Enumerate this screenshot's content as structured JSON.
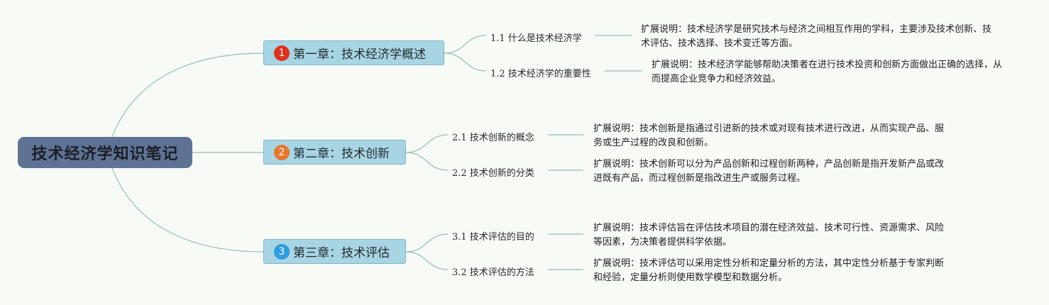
{
  "root": {
    "title": "技术经济学知识笔记"
  },
  "colors": {
    "badge_1": "#e0301e",
    "badge_2": "#e8762c",
    "badge_3": "#2f9be0",
    "link": "#8fc1b4"
  },
  "chapters": [
    {
      "badge": "1",
      "title": "第一章：技术经济学概述",
      "topics": [
        {
          "label": "1.1 什么是技术经济学",
          "note": "扩展说明：技术经济学是研究技术与经济之间相互作用的学科，主要涉及技术创新、技术评估、技术选择、技术变迁等方面。"
        },
        {
          "label": "1.2 技术经济学的重要性",
          "note": "扩展说明：技术经济学能够帮助决策者在进行技术投资和创新方面做出正确的选择，从而提高企业竞争力和经济效益。"
        }
      ]
    },
    {
      "badge": "2",
      "title": "第二章：技术创新",
      "topics": [
        {
          "label": "2.1 技术创新的概念",
          "note": "扩展说明：技术创新是指通过引进新的技术或对现有技术进行改进，从而实现产品、服务或生产过程的改良和创新。"
        },
        {
          "label": "2.2 技术创新的分类",
          "note": "扩展说明：技术创新可以分为产品创新和过程创新两种，产品创新是指开发新产品或改进既有产品，而过程创新是指改进生产或服务过程。"
        }
      ]
    },
    {
      "badge": "3",
      "title": "第三章：技术评估",
      "topics": [
        {
          "label": "3.1 技术评估的目的",
          "note": "扩展说明：技术评估旨在评估技术项目的潜在经济效益、技术可行性、资源需求、风险等因素，为决策者提供科学依据。"
        },
        {
          "label": "3.2 技术评估的方法",
          "note": "扩展说明：技术评估可以采用定性分析和定量分析的方法，其中定性分析基于专家判断和经验，定量分析则使用数学模型和数据分析。"
        }
      ]
    }
  ]
}
